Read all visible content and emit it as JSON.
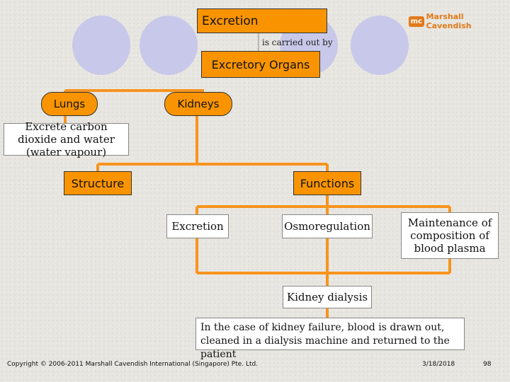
{
  "title": "Excretion",
  "connector_label": "is carried out by",
  "logo": {
    "mark": "mc",
    "text": "Marshall Cavendish"
  },
  "organs_box": "Excretory Organs",
  "organs": {
    "lungs": "Lungs",
    "kidneys": "Kidneys"
  },
  "lungs_note": "Excrete carbon dioxide and water (water vapour)",
  "structure": "Structure",
  "functions": "Functions",
  "function_items": {
    "excretion": "Excretion",
    "osmoregulation": "Osmoregulation",
    "maintenance": "Maintenance of composition of blood plasma"
  },
  "dialysis": "Kidney dialysis",
  "dialysis_note": "In the case of kidney failure, blood is drawn out, cleaned in a dialysis machine and returned to the patient",
  "footer": {
    "copyright": "Copyright © 2006-2011 Marshall Cavendish International (Singapore) Pte. Ltd.",
    "date": "3/18/2018",
    "page": "98"
  },
  "colors": {
    "accent": "#f99400",
    "line": "#f7941d",
    "circles": "#c8c8ea"
  }
}
